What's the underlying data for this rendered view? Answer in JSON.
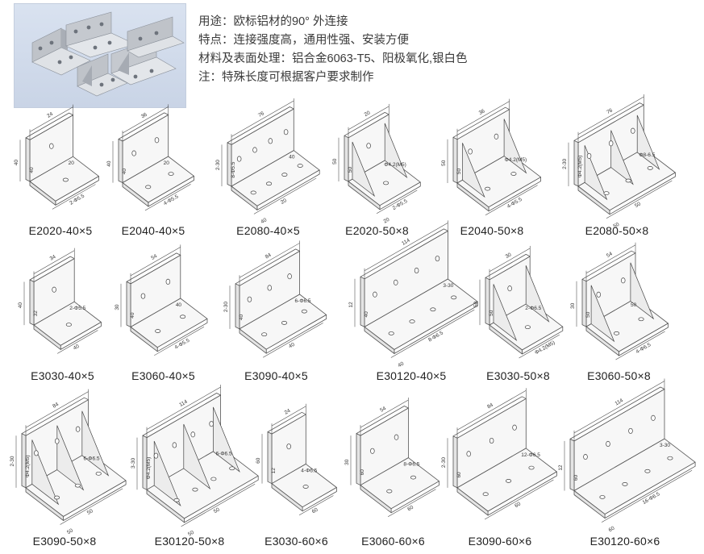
{
  "info": {
    "lines": [
      "用途：欧标铝材的90°  外连接",
      "特点：连接强度高，通用性强、安装方便",
      "材料及表面处理：铝合金6063-T5、阳极氧化,银白色",
      "注：特殊长度可根据客户要求制作"
    ]
  },
  "parts": [
    {
      "label": "E2020-40×5",
      "type": "L",
      "holes": 1,
      "w": 1.0,
      "dims": [
        "24",
        "40",
        "20",
        "2-Φ5.5",
        "40"
      ]
    },
    {
      "label": "E2040-40×5",
      "type": "L",
      "holes": 2,
      "w": 1.2,
      "dims": [
        "36",
        "40",
        "20",
        "4-Φ5.5",
        "40"
      ]
    },
    {
      "label": "E2080-40×5",
      "type": "L",
      "holes": 4,
      "w": 1.75,
      "dims": [
        "76",
        "2-30",
        "40",
        "20",
        "8-Φ5.5",
        "40"
      ]
    },
    {
      "label": "E2020-50×8",
      "type": "B",
      "holes": 1,
      "w": 1.0,
      "dims": [
        "20",
        "50",
        "Φ4.2(M5)",
        "2-Φ5.5",
        "50",
        "20"
      ]
    },
    {
      "label": "E2040-50×8",
      "type": "B",
      "holes": 2,
      "w": 1.25,
      "dims": [
        "36",
        "50",
        "Φ4.2(M5)",
        "4-Φ5.5",
        "50"
      ]
    },
    {
      "label": "E2080-50×8",
      "type": "B",
      "holes": 3,
      "w": 1.75,
      "dims": [
        "76",
        "2-30",
        "Φ8-6.5",
        "50",
        "Φ4.2(M5)",
        "50"
      ]
    },
    {
      "label": "E3030-40×5",
      "type": "L",
      "holes": 1,
      "w": 1.0,
      "dims": [
        "34",
        "40",
        "2-Φ5.5",
        "40",
        "32"
      ]
    },
    {
      "label": "E3060-40×5",
      "type": "L",
      "holes": 2,
      "w": 1.3,
      "dims": [
        "54",
        "30",
        "40",
        "4-Φ5.5",
        "40"
      ]
    },
    {
      "label": "E3090-40×5",
      "type": "L",
      "holes": 3,
      "w": 1.6,
      "dims": [
        "84",
        "2-30",
        "6-Φ6.5",
        "40",
        "40"
      ]
    },
    {
      "label": "E30120-40×5",
      "type": "L",
      "holes": 4,
      "w": 2.0,
      "dims": [
        "114",
        "12",
        "3-30",
        "8-Φ6.5",
        "40",
        "40"
      ]
    },
    {
      "label": "E3030-50×8",
      "type": "B",
      "holes": 1,
      "w": 1.0,
      "dims": [
        "30",
        "50",
        "2-Φ6.5",
        "Φ4.2(M5)",
        "50"
      ]
    },
    {
      "label": "E3060-50×8",
      "type": "B",
      "holes": 2,
      "w": 1.25,
      "dims": [
        "54",
        "30",
        "50",
        "4-Φ6.5",
        "50"
      ]
    },
    {
      "label": "E3090-50×8",
      "type": "B",
      "holes": 3,
      "w": 1.55,
      "dims": [
        "84",
        "2-30",
        "6-Φ6.5",
        "50",
        "Φ4.2(M5)",
        "50"
      ]
    },
    {
      "label": "E30120-50×8",
      "type": "B",
      "holes": 4,
      "w": 1.85,
      "dims": [
        "114",
        "3-30",
        "6-Φ6.5",
        "50",
        "Φ4.2(M5)",
        "50"
      ]
    },
    {
      "label": "E3030-60×6",
      "type": "L",
      "holes": 1,
      "w": 0.9,
      "dims": [
        "24",
        "60",
        "4-Φ6.5",
        "60",
        "12"
      ]
    },
    {
      "label": "E3060-60×6",
      "type": "L",
      "holes": 2,
      "w": 1.15,
      "dims": [
        "54",
        "30",
        "8-Φ6.5",
        "60",
        "60"
      ]
    },
    {
      "label": "E3090-60×6",
      "type": "L",
      "holes": 3,
      "w": 1.55,
      "dims": [
        "84",
        "2-30",
        "12-Φ6.5",
        "60",
        "60"
      ]
    },
    {
      "label": "E30120-60×6",
      "type": "L",
      "holes": 4,
      "w": 2.0,
      "dims": [
        "114",
        "12",
        "3-30",
        "16-Φ6.5",
        "60",
        "60"
      ]
    }
  ]
}
